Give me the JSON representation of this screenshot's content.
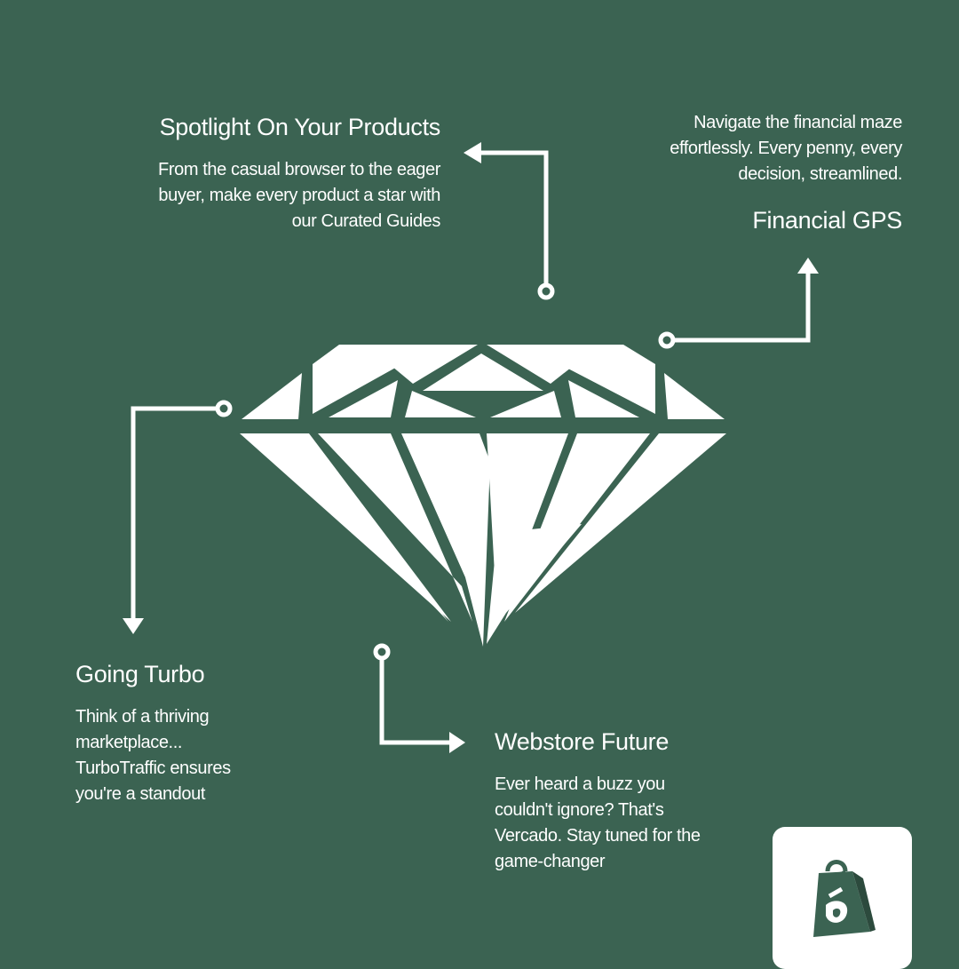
{
  "spotlight": {
    "title": "Spotlight On Your Products",
    "body": "From the casual browser to the eager buyer, make every product a star with our Curated Guides"
  },
  "financial_gps": {
    "body": "Navigate the financial maze effortlessly. Every penny, every decision, streamlined.",
    "title": "Financial GPS"
  },
  "going_turbo": {
    "title": "Going Turbo",
    "body": "Think of a thriving marketplace... TurboTraffic ensures you're a standout"
  },
  "webstore_future": {
    "title": "Webstore Future",
    "body": "Ever heard a buzz you couldn't ignore? That's Vercado. Stay tuned for the game-changer"
  },
  "icons": {
    "center": "diamond-icon",
    "brand": "shopping-bag-logo-icon"
  },
  "colors": {
    "background": "#3b6352",
    "foreground": "#ffffff"
  }
}
